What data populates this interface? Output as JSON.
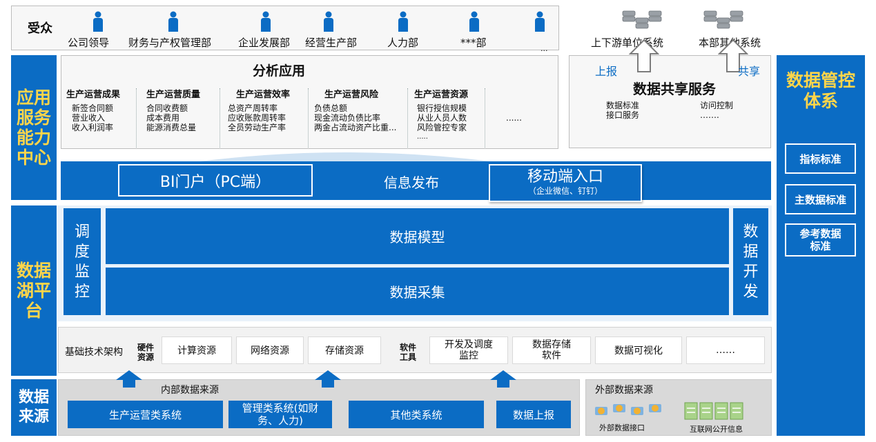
{
  "audience": {
    "title": "受众",
    "groups": [
      "公司领导",
      "财务与产权管理部",
      "企业发展部",
      "经营生产部",
      "人力部",
      "***部"
    ],
    "more": "..."
  },
  "sharing": {
    "systems": [
      "上下游单位系统",
      "本部其他系统"
    ],
    "report_label": "上报",
    "share_label": "共享",
    "title": "数据共享服务",
    "left_items": [
      "数据标准",
      "接口服务"
    ],
    "right_items": [
      "访问控制",
      "……."
    ]
  },
  "app_layer": {
    "side_title": "应用服务能力中心",
    "analysis_title": "分析应用",
    "columns": [
      {
        "title": "生产运营成果",
        "items": [
          "新签合同额",
          "营业收入",
          "收入利润率"
        ]
      },
      {
        "title": "生产运营质量",
        "items": [
          "合同收费额",
          "成本费用",
          "能源消费总量"
        ]
      },
      {
        "title": "生产运营效率",
        "items": [
          "总资产周转率",
          "应收账款周转率",
          "全员劳动生产率"
        ]
      },
      {
        "title": "生产运营风险",
        "items": [
          "负债总额",
          "现金流动负债比率",
          "两金占流动资产比重..."
        ]
      },
      {
        "title": "生产运营资源",
        "items": [
          "银行授信规模",
          "从业人员人数",
          "风险管控专家",
          "....."
        ]
      }
    ],
    "more": "......",
    "bi_portal": "BI门户（PC端）",
    "info_publish": "信息发布",
    "mobile_title": "移动端入口",
    "mobile_sub": "（企业微信、钉钉）"
  },
  "lake": {
    "side_title": "数据湖平台",
    "scheduling": "调度监控",
    "data_model": "数据模型",
    "data_collection": "数据采集",
    "data_dev": "数据开发"
  },
  "infra": {
    "label": "基础技术架构",
    "hardware_label": "硬件资源",
    "hardware": [
      "计算资源",
      "网络资源",
      "存储资源"
    ],
    "software_label": "软件工具",
    "software": [
      "开发及调度监控",
      "数据存储软件",
      "数据可视化",
      "……"
    ]
  },
  "sources": {
    "side_title": "数据来源",
    "internal_title": "内部数据来源",
    "internal": [
      "生产运营类系统",
      "管理类系统(如财务、人力)",
      "其他类系统",
      "数据上报"
    ],
    "external_title": "外部数据来源",
    "external": [
      "外部数据接口",
      "互联网公开信息"
    ]
  },
  "governance": {
    "title": "数据管控体系",
    "items": [
      "指标标准",
      "主数据标准",
      "参考数据标准"
    ]
  }
}
